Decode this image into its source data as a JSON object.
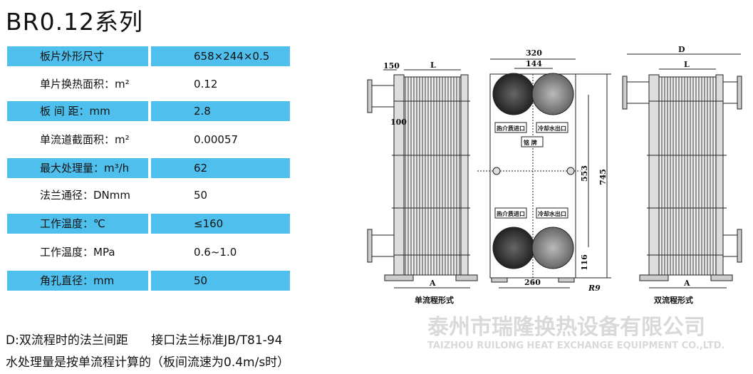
{
  "title": "BR0.12系列",
  "specs": [
    {
      "label": "板片外形尺寸",
      "value": "658×244×0.5"
    },
    {
      "label": "单片换热面积：m²",
      "value": "0.12"
    },
    {
      "label": "板 间 距：mm",
      "value": "2.8"
    },
    {
      "label": "单流道截面积：m²",
      "value": "0.00057"
    },
    {
      "label": "最大处理量：m³/h",
      "value": "62"
    },
    {
      "label": "法兰通径：DNmm",
      "value": "50"
    },
    {
      "label": "工作温度：℃",
      "value": "≤160"
    },
    {
      "label": "工作温度：MPa",
      "value": "0.6~1.0"
    },
    {
      "label": "角孔直径：mm",
      "value": "50"
    }
  ],
  "notes": {
    "line1": "D:双流程时的法兰间距      接口法兰标准JB/T81-94",
    "line2": "水处理量是按单流程计算的（板间流速为0.4m/s时）"
  },
  "drawing": {
    "dims": {
      "d150": "150",
      "L": "L",
      "d100": "100",
      "A": "A",
      "d320": "320",
      "d144": "144",
      "d553": "553",
      "d745": "745",
      "d116": "116",
      "d260": "260",
      "R9": "R9",
      "D": "D"
    },
    "port_labels": {
      "hot_in": "热介质进口",
      "cool_out": "冷却水出口",
      "nameplate": "铭 牌"
    },
    "captions": {
      "single": "单流程形式",
      "double": "双流程形式"
    }
  },
  "watermark": {
    "cn": "泰州市瑞隆换热设备有限公司",
    "en": "TAIZHOU RUILONG HEAT EXCHANGE EQUIPMENT CO.,LTD."
  }
}
